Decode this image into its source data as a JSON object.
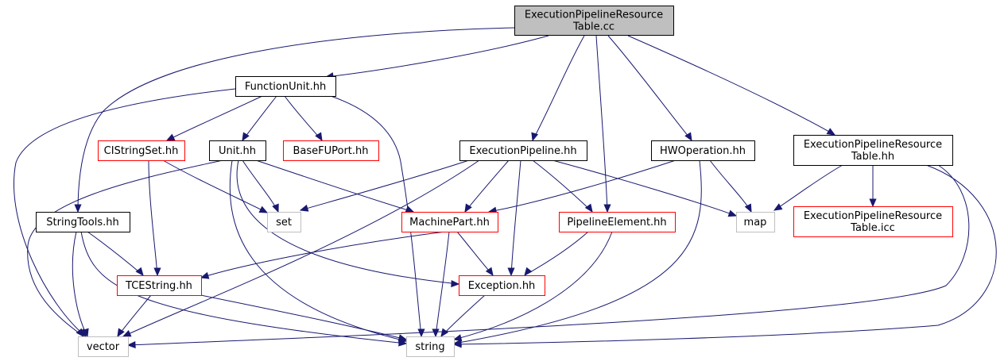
{
  "colors": {
    "edge": "#191970",
    "root_fill": "#bfbfbf",
    "root_border": "#000000",
    "link_border": "#000000",
    "incomplete_border": "#ff0000",
    "external_border": "#bfbfbf"
  },
  "nodes": {
    "root": {
      "lines": [
        "ExecutionPipelineResource",
        "Table.cc"
      ],
      "kind": "root"
    },
    "functionunit": {
      "lines": [
        "FunctionUnit.hh"
      ],
      "kind": "link"
    },
    "cistringset": {
      "lines": [
        "CIStringSet.hh"
      ],
      "kind": "incomplete"
    },
    "unit": {
      "lines": [
        "Unit.hh"
      ],
      "kind": "link"
    },
    "basefuport": {
      "lines": [
        "BaseFUPort.hh"
      ],
      "kind": "incomplete"
    },
    "executionpipeline": {
      "lines": [
        "ExecutionPipeline.hh"
      ],
      "kind": "link"
    },
    "hwoperation": {
      "lines": [
        "HWOperation.hh"
      ],
      "kind": "link"
    },
    "eprt_hh": {
      "lines": [
        "ExecutionPipelineResource",
        "Table.hh"
      ],
      "kind": "link"
    },
    "stringtools": {
      "lines": [
        "StringTools.hh"
      ],
      "kind": "link"
    },
    "set": {
      "lines": [
        "set"
      ],
      "kind": "external"
    },
    "machinepart": {
      "lines": [
        "MachinePart.hh"
      ],
      "kind": "incomplete"
    },
    "pipelineelement": {
      "lines": [
        "PipelineElement.hh"
      ],
      "kind": "incomplete"
    },
    "map": {
      "lines": [
        "map"
      ],
      "kind": "external"
    },
    "eprt_icc": {
      "lines": [
        "ExecutionPipelineResource",
        "Table.icc"
      ],
      "kind": "incomplete"
    },
    "tcestring": {
      "lines": [
        "TCEString.hh"
      ],
      "kind": "incomplete"
    },
    "exception": {
      "lines": [
        "Exception.hh"
      ],
      "kind": "incomplete"
    },
    "vector": {
      "lines": [
        "vector"
      ],
      "kind": "external"
    },
    "string": {
      "lines": [
        "string"
      ],
      "kind": "external"
    }
  },
  "edges": [
    [
      "root",
      "functionunit"
    ],
    [
      "root",
      "stringtools"
    ],
    [
      "root",
      "executionpipeline"
    ],
    [
      "root",
      "pipelineelement"
    ],
    [
      "root",
      "hwoperation"
    ],
    [
      "root",
      "eprt_hh"
    ],
    [
      "functionunit",
      "cistringset"
    ],
    [
      "functionunit",
      "unit"
    ],
    [
      "functionunit",
      "basefuport"
    ],
    [
      "functionunit",
      "vector"
    ],
    [
      "functionunit",
      "string"
    ],
    [
      "cistringset",
      "tcestring"
    ],
    [
      "cistringset",
      "set"
    ],
    [
      "unit",
      "set"
    ],
    [
      "unit",
      "machinepart"
    ],
    [
      "unit",
      "vector"
    ],
    [
      "unit",
      "exception"
    ],
    [
      "unit",
      "string"
    ],
    [
      "executionpipeline",
      "set"
    ],
    [
      "executionpipeline",
      "machinepart"
    ],
    [
      "executionpipeline",
      "pipelineelement"
    ],
    [
      "executionpipeline",
      "map"
    ],
    [
      "executionpipeline",
      "exception"
    ],
    [
      "executionpipeline",
      "vector"
    ],
    [
      "hwoperation",
      "machinepart"
    ],
    [
      "hwoperation",
      "map"
    ],
    [
      "hwoperation",
      "string"
    ],
    [
      "eprt_hh",
      "map"
    ],
    [
      "eprt_hh",
      "eprt_icc"
    ],
    [
      "eprt_hh",
      "vector"
    ],
    [
      "eprt_hh",
      "string"
    ],
    [
      "stringtools",
      "tcestring"
    ],
    [
      "stringtools",
      "vector"
    ],
    [
      "stringtools",
      "string"
    ],
    [
      "machinepart",
      "tcestring"
    ],
    [
      "machinepart",
      "exception"
    ],
    [
      "machinepart",
      "string"
    ],
    [
      "pipelineelement",
      "exception"
    ],
    [
      "pipelineelement",
      "string"
    ],
    [
      "tcestring",
      "vector"
    ],
    [
      "tcestring",
      "string"
    ],
    [
      "exception",
      "string"
    ]
  ]
}
